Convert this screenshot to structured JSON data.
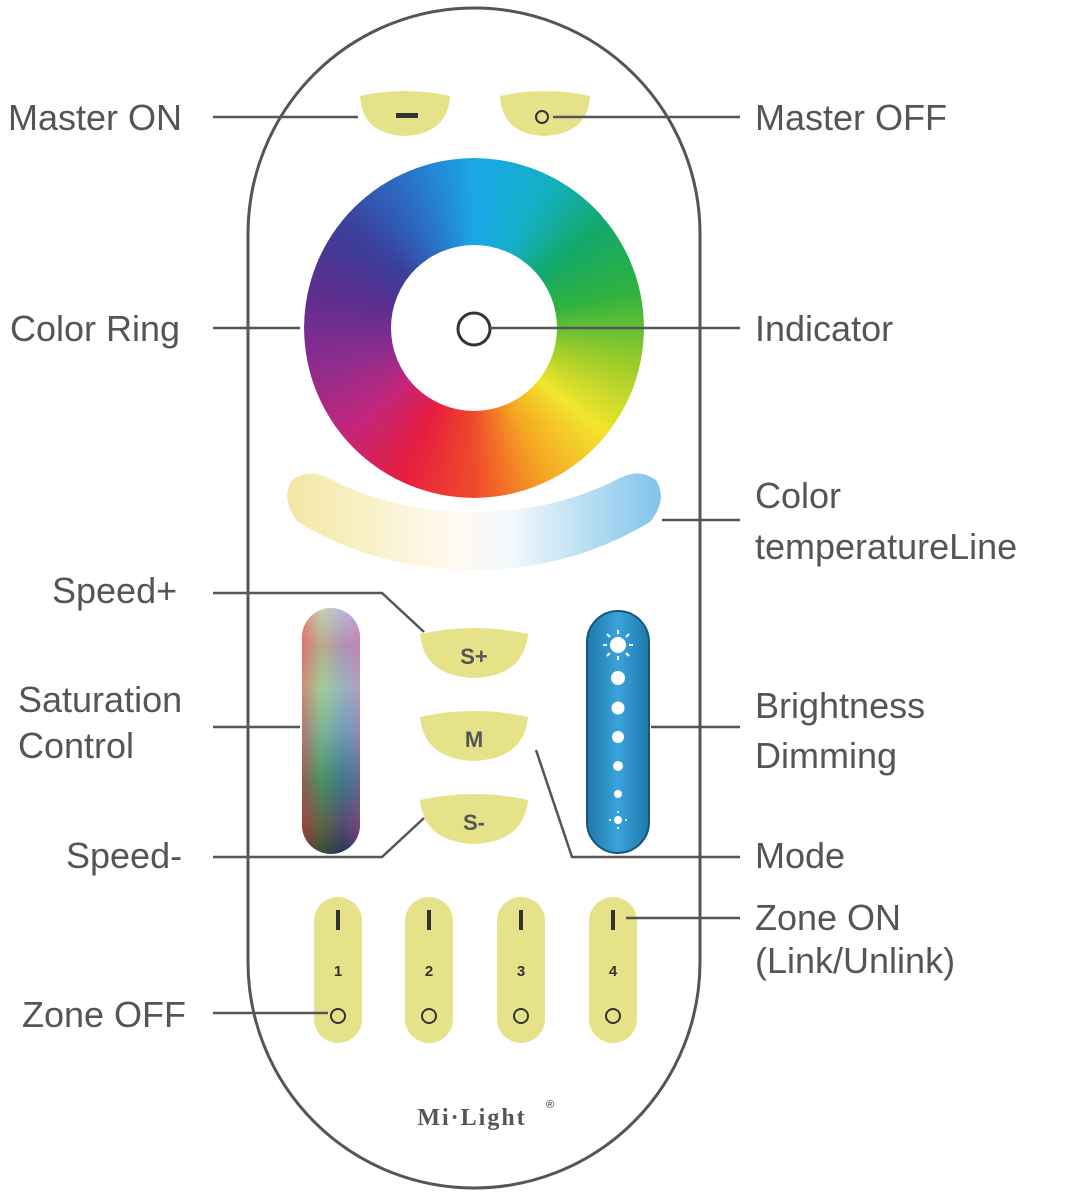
{
  "colors": {
    "button_fill": "#e6e28a",
    "outline": "#555555",
    "text": "#555555",
    "brightness_bar": "#2b8fc6"
  },
  "icons": {
    "master_on": "minus-icon",
    "master_off": "circle-icon",
    "indicator": "circle-icon",
    "zone_on": "bar-icon",
    "zone_off": "circle-icon",
    "brightness_max": "sun-icon"
  },
  "callouts": {
    "master_on": "Master ON",
    "master_off": "Master OFF",
    "color_ring": "Color Ring",
    "indicator": "Indicator",
    "color_temperature_line1": "Color",
    "color_temperature_line2": "temperatureLine",
    "speed_plus": "Speed+",
    "saturation_line1": "Saturation",
    "saturation_line2": "Control",
    "brightness_line1": "Brightness",
    "brightness_line2": "Dimming",
    "speed_minus": "Speed-",
    "mode": "Mode",
    "zone_on_line1": "Zone ON",
    "zone_on_line2": "(Link/Unlink)",
    "zone_off": "Zone OFF"
  },
  "buttons": {
    "speed_plus": "S+",
    "mode": "M",
    "speed_minus": "S-"
  },
  "zones": [
    {
      "number": "1"
    },
    {
      "number": "2"
    },
    {
      "number": "3"
    },
    {
      "number": "4"
    }
  ],
  "brand": "Mi·Light",
  "brand_mark": "®"
}
